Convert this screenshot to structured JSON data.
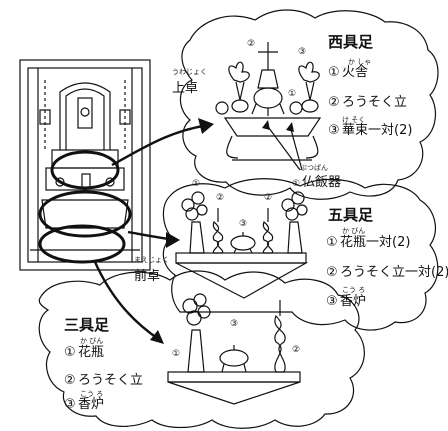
{
  "west": {
    "title": "西具足",
    "shelf": {
      "ruby": "うわじょく",
      "text": "上卓"
    },
    "items": [
      {
        "mark": "①",
        "ruby": "か しゃ",
        "text": "火舎"
      },
      {
        "mark": "②",
        "ruby": "",
        "text": "ろうそく立"
      },
      {
        "mark": "③",
        "ruby": "け そく",
        "text": "華束一対(2)"
      }
    ],
    "extra": {
      "ruby": "ぶつぱん",
      "text": "仏飯器"
    },
    "circle_marks": [
      "②",
      "③",
      "①"
    ]
  },
  "five": {
    "title": "五具足",
    "shelf": {
      "ruby": "まえじょく",
      "text": "前卓"
    },
    "items": [
      {
        "mark": "①",
        "ruby": "か びん",
        "text": "花瓶一対(2)"
      },
      {
        "mark": "②",
        "ruby": "",
        "text": "ろうそく立一対(2)"
      },
      {
        "mark": "③",
        "ruby": "こう ろ",
        "text": "香炉"
      }
    ],
    "circle_marks": [
      "①",
      "②",
      "③",
      "②",
      "①"
    ]
  },
  "three": {
    "title": "三具足",
    "items": [
      {
        "mark": "①",
        "ruby": "か びん",
        "text": "花瓶"
      },
      {
        "mark": "②",
        "ruby": "",
        "text": "ろうそく立"
      },
      {
        "mark": "③",
        "ruby": "こう ろ",
        "text": "香炉"
      }
    ],
    "circle_marks": [
      "①",
      "③",
      "②"
    ]
  }
}
